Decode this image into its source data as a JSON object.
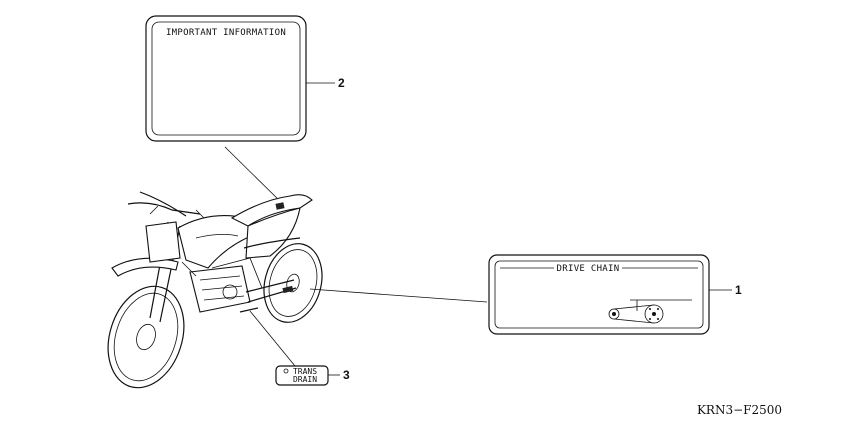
{
  "labels": {
    "important": {
      "title": "IMPORTANT INFORMATION",
      "callout": "2"
    },
    "drive_chain": {
      "title": "DRIVE CHAIN",
      "callout": "1"
    },
    "trans_drain": {
      "line1": "TRANS",
      "line2": "DRAIN",
      "callout": "3"
    }
  },
  "diagram_code": "KRN3−F2500",
  "colors": {
    "ink": "#111111",
    "paper": "#ffffff"
  },
  "icons": [
    "motorcycle-illustration",
    "chain-sprocket-icon"
  ]
}
